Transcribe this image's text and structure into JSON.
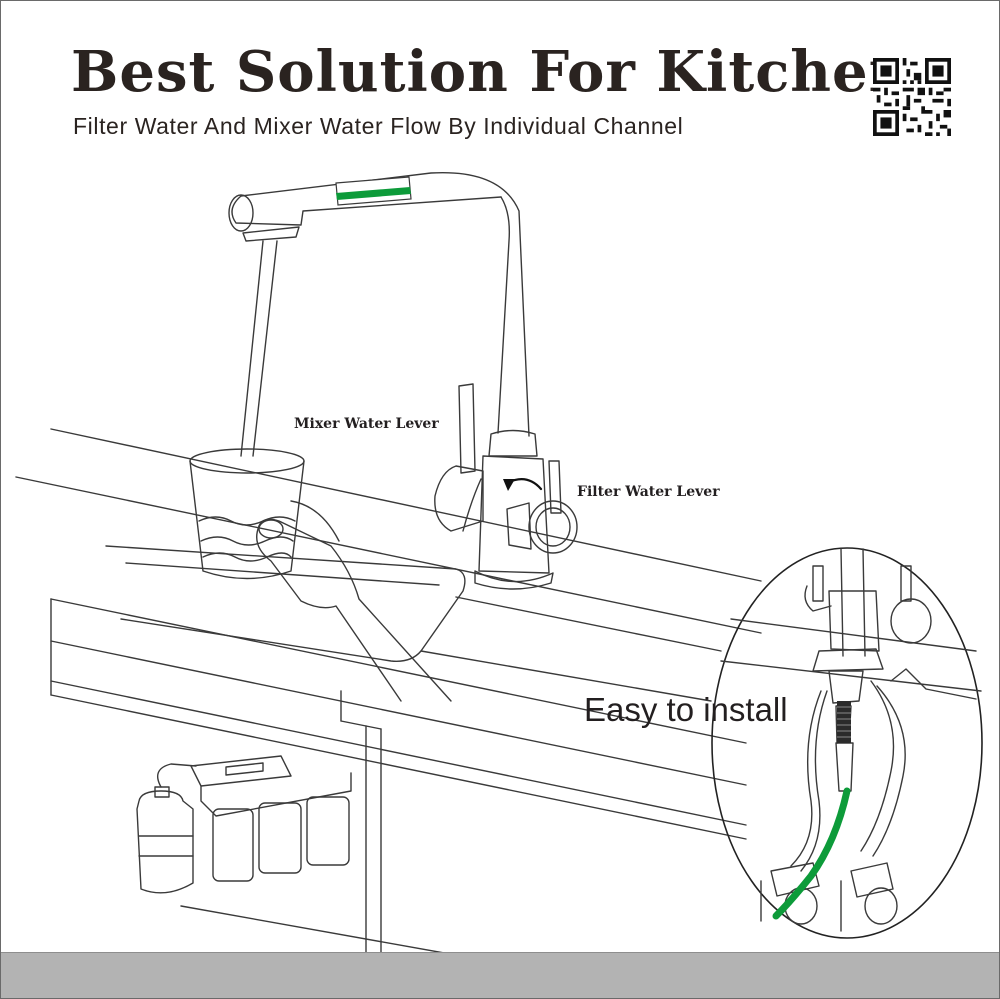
{
  "header": {
    "title": "Best Solution For Kitchen",
    "subtitle": "Filter Water And Mixer Water Flow By Individual Channel"
  },
  "labels": {
    "mixer_lever": "Mixer Water Lever",
    "filter_lever": "Filter Water Lever",
    "install": "Easy to install"
  },
  "colors": {
    "accent_green": "#0d9b3a",
    "line": "#3a3a3a",
    "footer": "#b3b3b3"
  }
}
